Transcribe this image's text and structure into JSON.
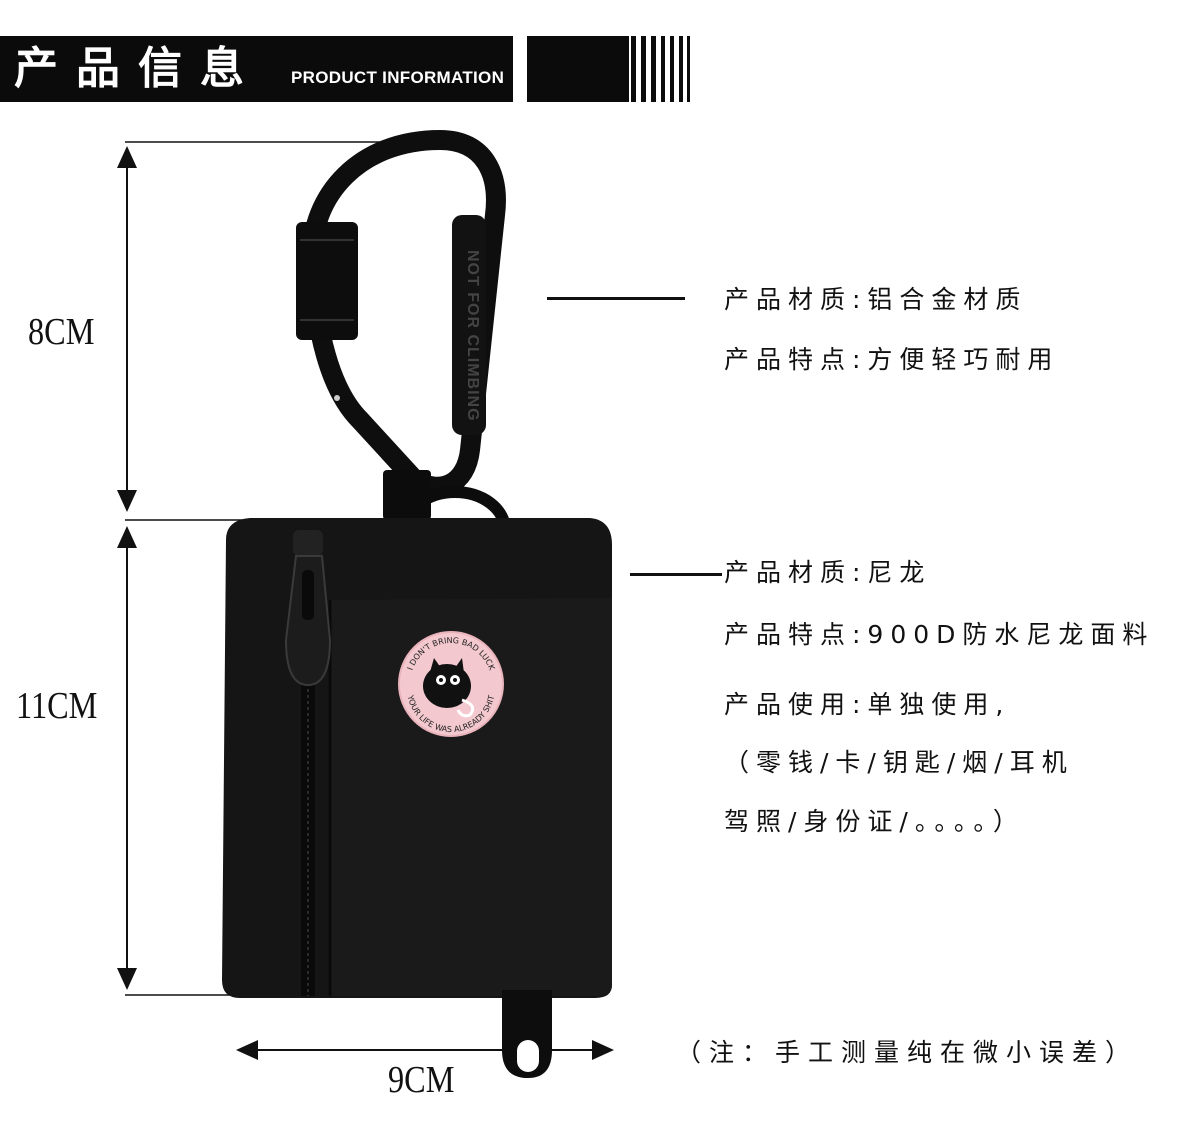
{
  "header": {
    "title": "产品信息",
    "subtitle": "PRODUCT INFORMATION"
  },
  "dimensions": {
    "carabiner_height": "8CM",
    "pouch_height": "11CM",
    "pouch_width": "9CM"
  },
  "product": {
    "carabiner_engraving": "NOT FOR CLIMBING",
    "badge_top_text": "I DON'T BRING BAD LUCK",
    "badge_bottom_text": "YOUR LIFE WAS ALREADY SHIT"
  },
  "specs_carabiner": [
    "产品材质:铝合金材质",
    "产品特点:方便轻巧耐用"
  ],
  "specs_pouch": [
    "产品材质:尼龙",
    "产品特点:900D防水尼龙面料",
    "产品使用:单独使用,",
    "（零钱/卡/钥匙/烟/耳机",
    "驾照/身份证/。。。。）"
  ],
  "note": "（注：手工测量纯在微小误差）",
  "colors": {
    "black": "#0b0b0b",
    "badge_pink": "#f3c9cf",
    "pouch": "#151515"
  }
}
